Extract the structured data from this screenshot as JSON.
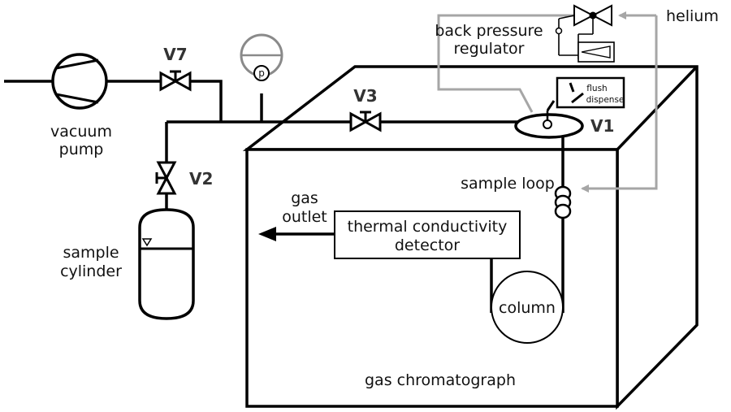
{
  "labels": {
    "vacuum_pump": [
      "vacuum",
      "pump"
    ],
    "v7": "V7",
    "pressure_gauge": "p",
    "v3": "V3",
    "v2": "V2",
    "v1": "V1",
    "sample_cylinder": [
      "sample",
      "cylinder"
    ],
    "back_pressure_regulator": [
      "back pressure",
      "regulator"
    ],
    "helium": "helium",
    "flush": "flush",
    "dispense": "dispense",
    "sample_loop": "sample loop",
    "gas_outlet": [
      "gas",
      "outlet"
    ],
    "tcd": [
      "thermal conductivity",
      "detector"
    ],
    "column": "column",
    "gas_chromatograph": "gas chromatograph"
  },
  "colors": {
    "process_line": "#000000",
    "helium_line": "#a6a6a6",
    "valve_label": "#333333"
  }
}
